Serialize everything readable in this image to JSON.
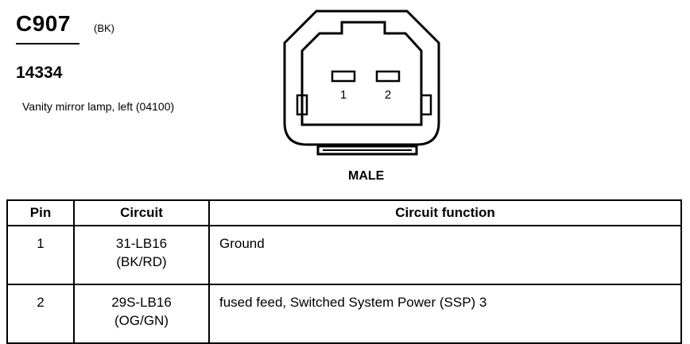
{
  "connector": {
    "id": "C907",
    "color_code": "(BK)",
    "part_number": "14334",
    "description": "Vanity mirror lamp, left (04100)",
    "view_label": "MALE",
    "pin_labels": [
      "1",
      "2"
    ]
  },
  "table": {
    "headers": {
      "pin": "Pin",
      "circuit": "Circuit",
      "function": "Circuit function"
    },
    "rows": [
      {
        "pin": "1",
        "circuit_code": "31-LB16",
        "wire_color": "(BK/RD)",
        "function": "Ground"
      },
      {
        "pin": "2",
        "circuit_code": "29S-LB16",
        "wire_color": "(OG/GN)",
        "function": "fused feed, Switched System Power (SSP) 3"
      }
    ]
  }
}
